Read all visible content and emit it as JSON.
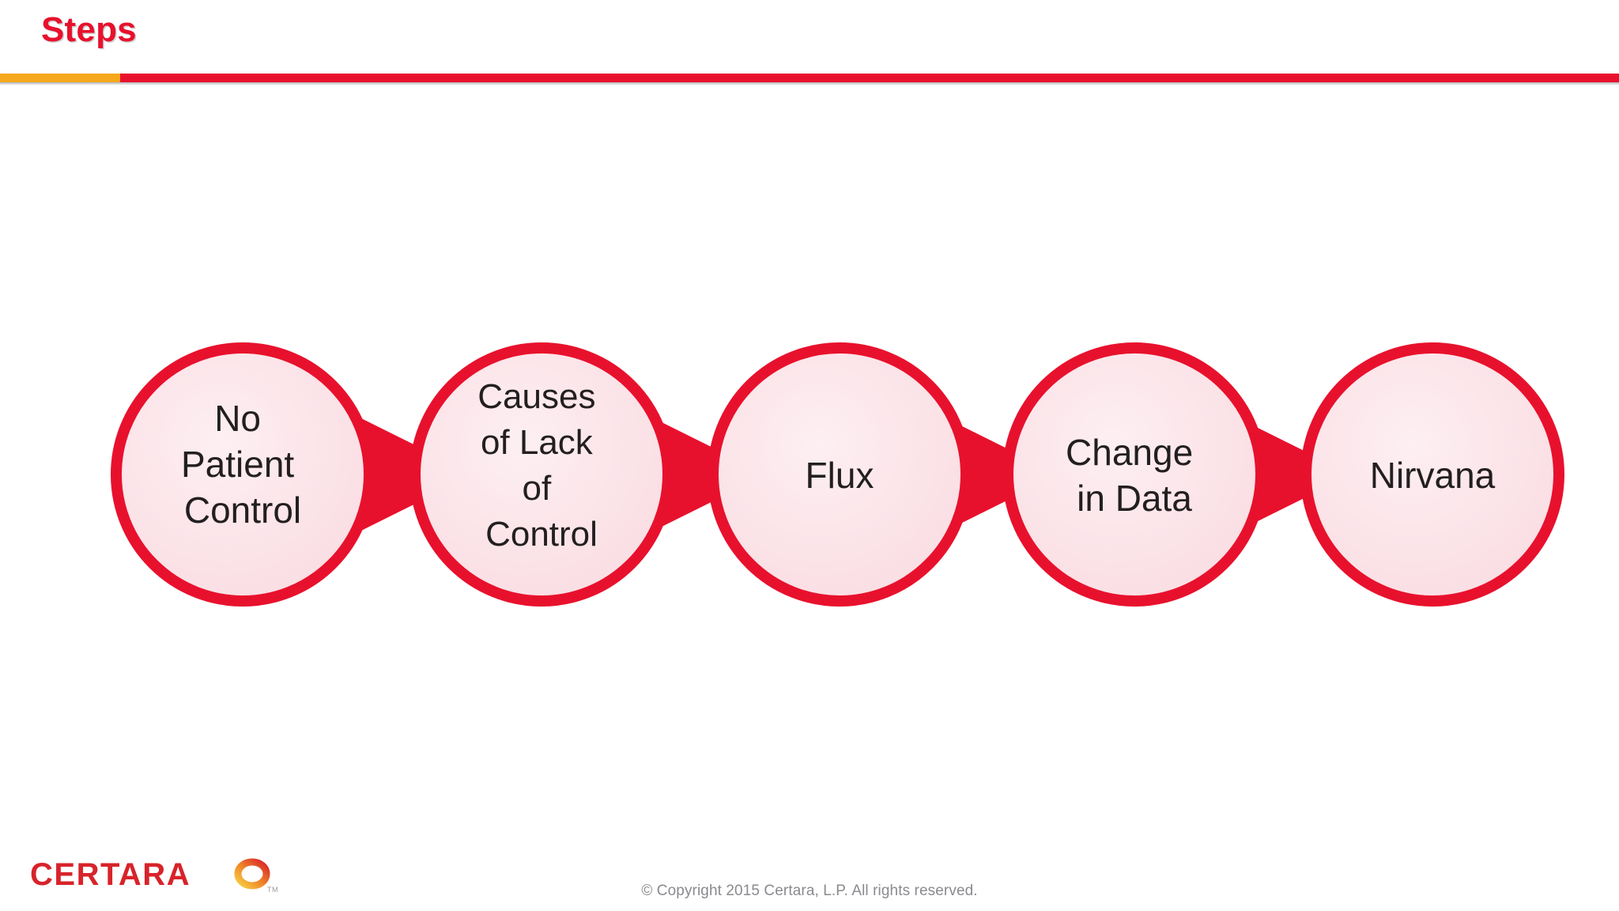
{
  "slide": {
    "title": "Steps",
    "background_color": "#FFFFFF"
  },
  "theme": {
    "brand_red": "#E8112D",
    "brand_gold": "#F5A81C",
    "node_fill": "#FBE3E7",
    "node_stroke": "#E8112D",
    "node_text": "#231F20",
    "footer_text": "#8A8A8F",
    "logo_red": "#D8232A"
  },
  "header_rule": {
    "gold_segment_width": 152,
    "red_segment_label": "red-rule"
  },
  "diagram": {
    "type": "process-flow",
    "shape": "chevron-circles",
    "direction": "left-to-right",
    "step_count": 5,
    "arrow_count": 4,
    "steps": [
      {
        "index": 1,
        "lines": [
          "No",
          "Patient",
          "Control"
        ],
        "text": "No Patient Control"
      },
      {
        "index": 2,
        "lines": [
          "Causes",
          "of Lack",
          "of",
          "Control"
        ],
        "text": "Causes of Lack of Control"
      },
      {
        "index": 3,
        "lines": [
          "Flux"
        ],
        "text": "Flux"
      },
      {
        "index": 4,
        "lines": [
          "Change",
          "in Data"
        ],
        "text": "Change in Data"
      },
      {
        "index": 5,
        "lines": [
          "Nirvana"
        ],
        "text": "Nirvana"
      }
    ]
  },
  "footer": {
    "copyright": "© Copyright 2015 Certara, L.P.  All rights reserved.",
    "logo_wordmark": "CERTARA",
    "logo_trademark": "TM"
  }
}
